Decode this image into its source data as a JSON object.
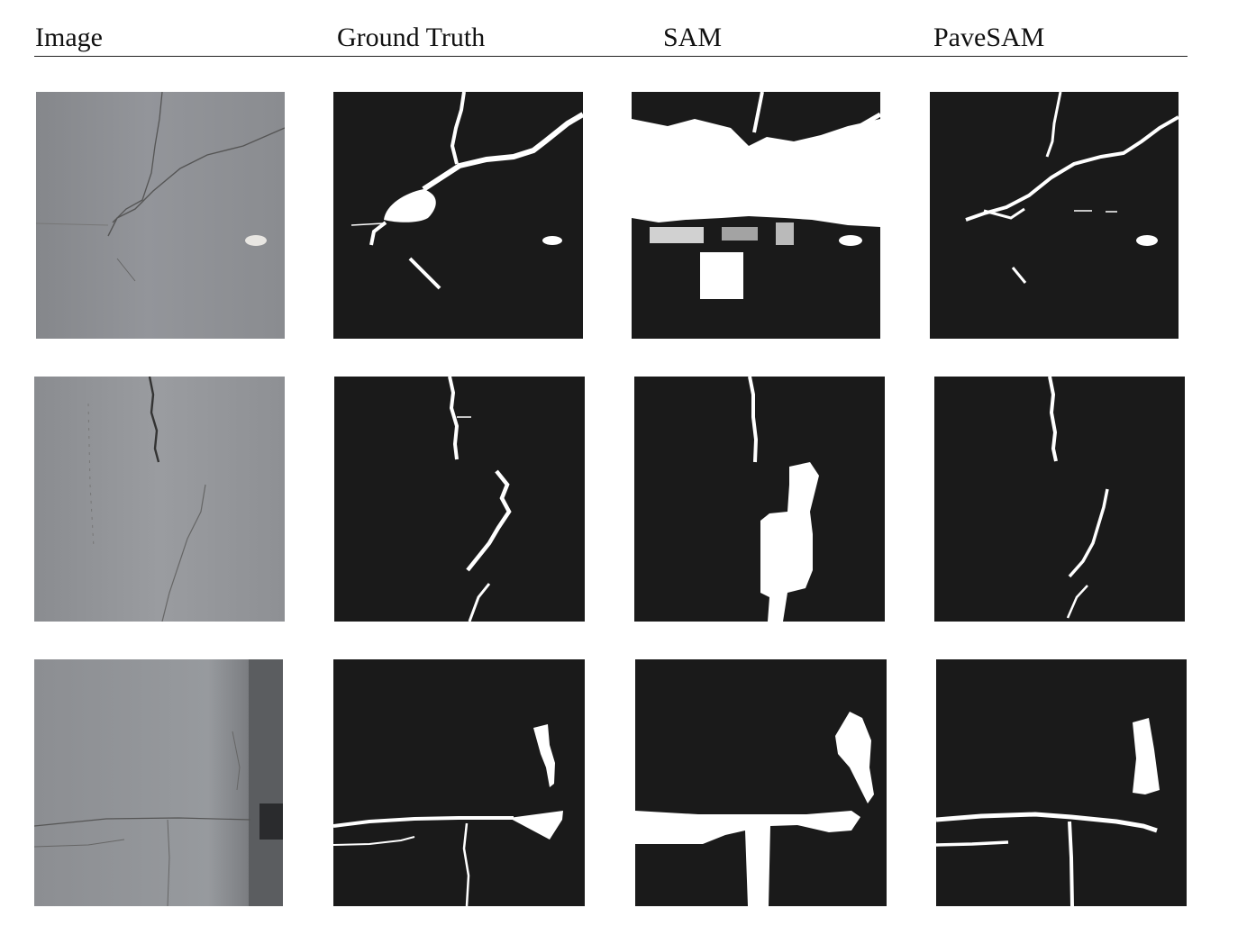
{
  "figure": {
    "columns": [
      {
        "id": "image",
        "header": "Image"
      },
      {
        "id": "ground_truth",
        "header": "Ground Truth"
      },
      {
        "id": "sam",
        "header": "SAM"
      },
      {
        "id": "pavesam",
        "header": "PaveSAM"
      }
    ],
    "rows": [
      {
        "id": "row1"
      },
      {
        "id": "row2"
      },
      {
        "id": "row3"
      }
    ],
    "colors": {
      "background": "#1a1a1a",
      "foreground": "#ffffff",
      "pavement": "#8d8f93",
      "text": "#111111"
    }
  }
}
